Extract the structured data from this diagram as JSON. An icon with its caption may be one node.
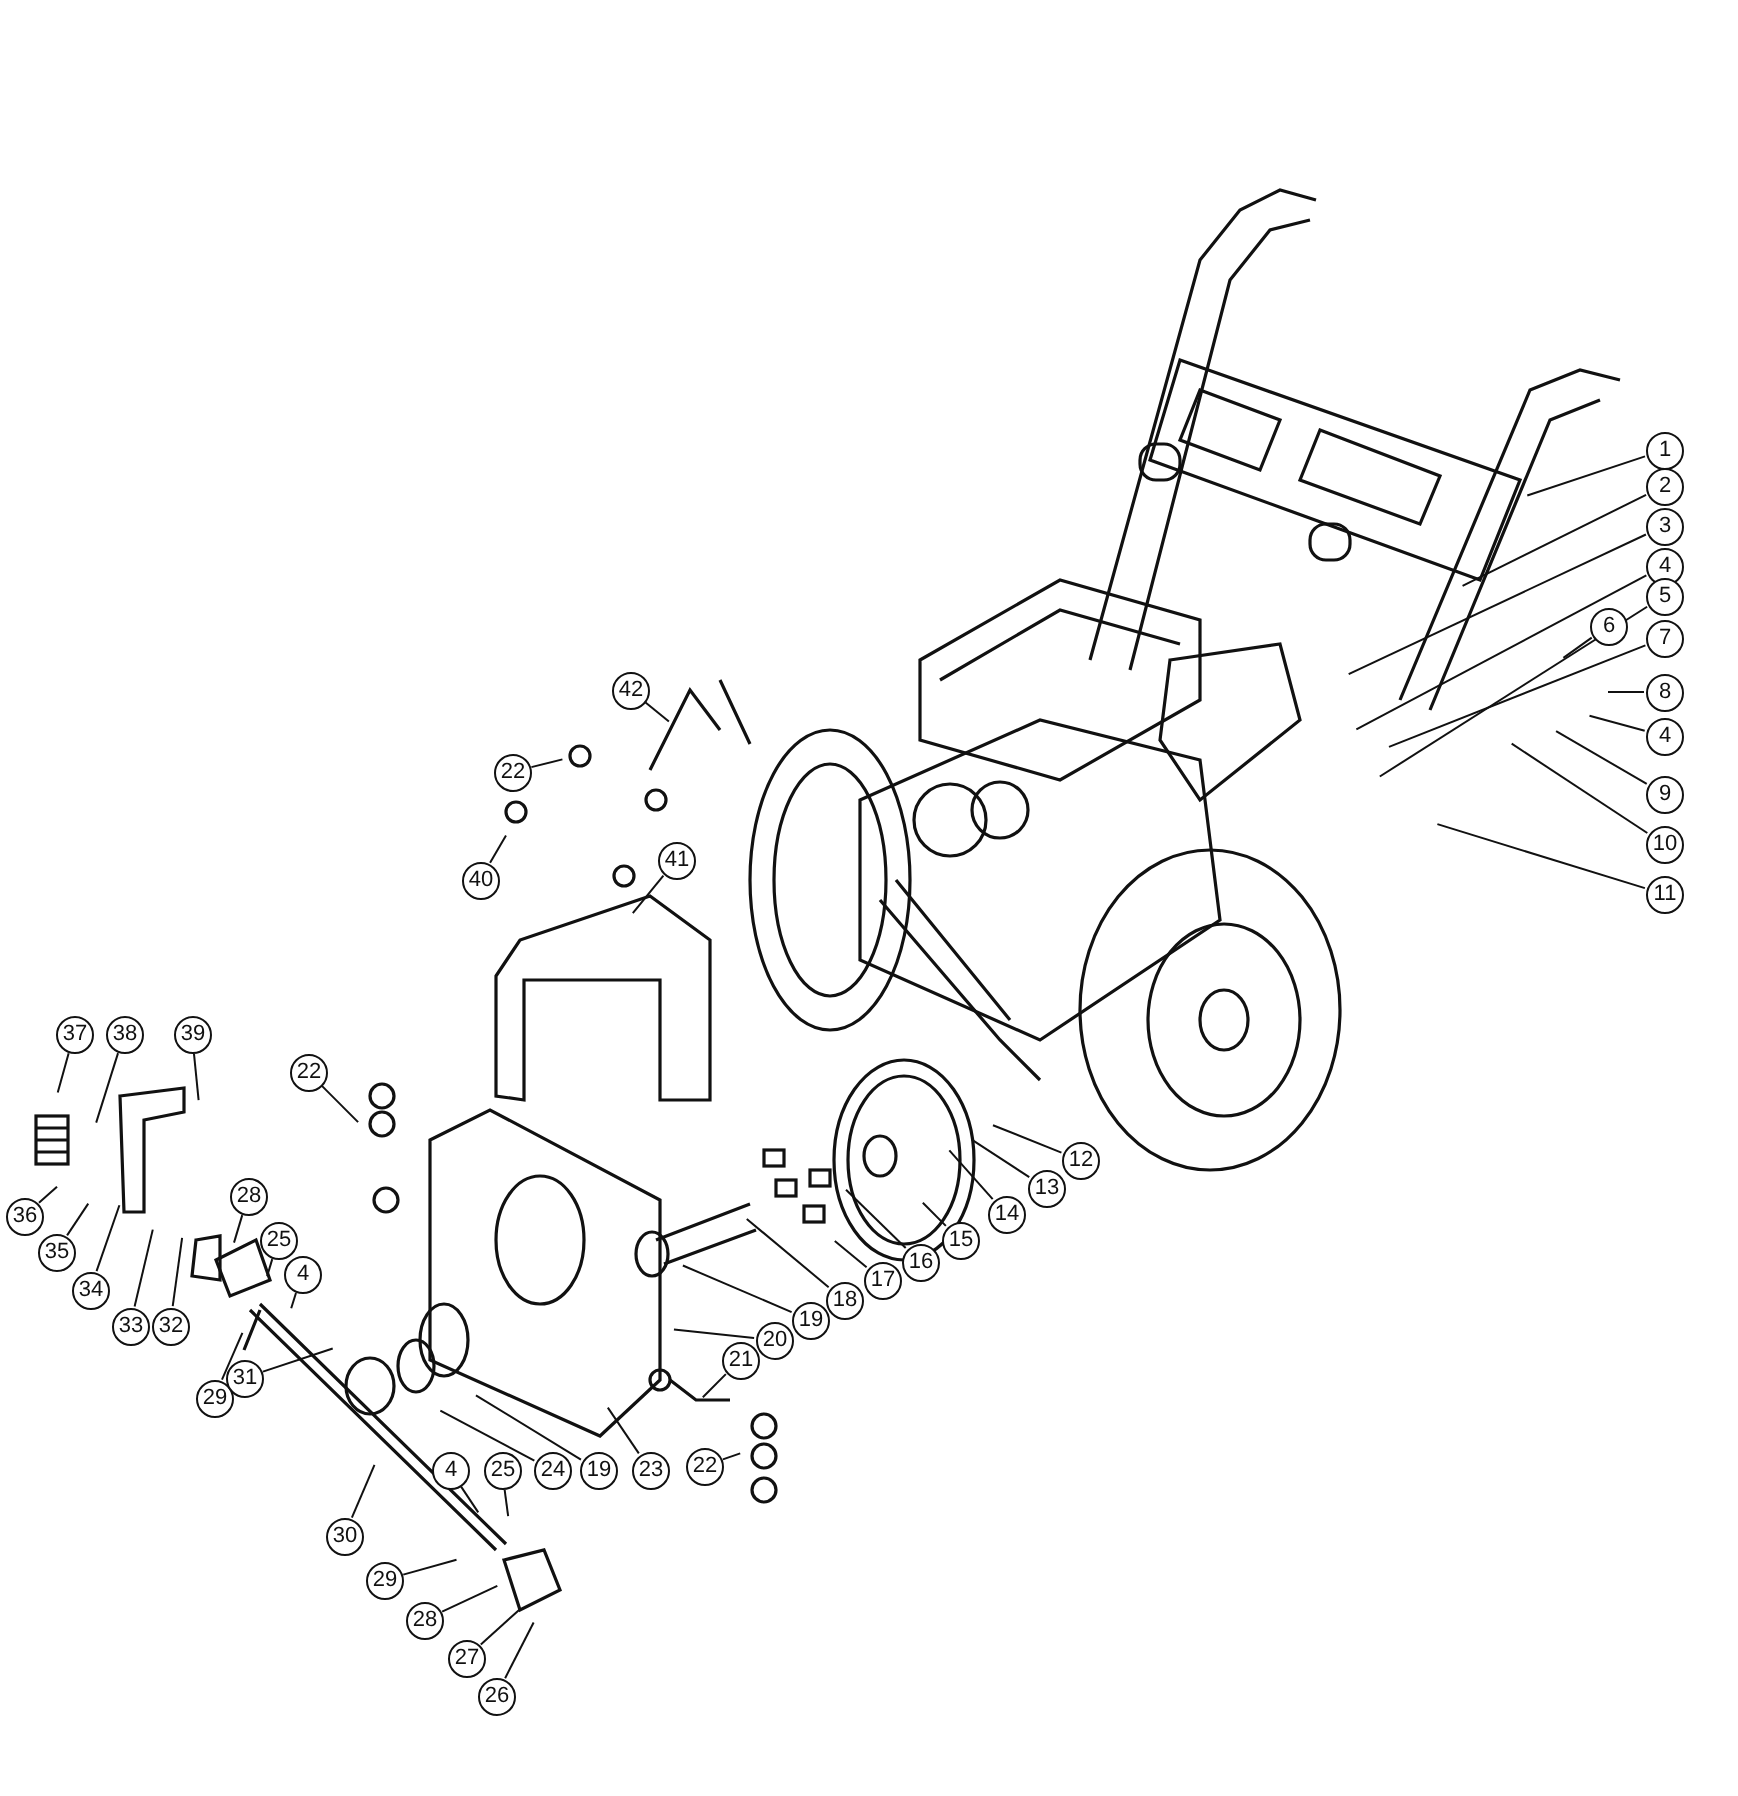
{
  "diagram": {
    "nodes": [
      {
        "text": [
          "1"
        ]
      },
      {
        "text": [
          "2"
        ]
      },
      {
        "text": [
          "3"
        ]
      },
      {
        "text": [
          "4"
        ]
      },
      {
        "text": [
          "6"
        ]
      },
      {
        "text": [
          "7"
        ]
      },
      {
        "text": [
          "8"
        ]
      },
      {
        "text": [
          "4"
        ]
      },
      {
        "text": [
          "9"
        ]
      },
      {
        "text": [
          "10"
        ]
      },
      {
        "text": [
          "11"
        ]
      },
      {
        "text": [
          "42"
        ]
      },
      {
        "text": [
          "22"
        ]
      },
      {
        "text": [
          "40"
        ]
      },
      {
        "text": [
          "41"
        ]
      },
      {
        "text": [
          "37"
        ]
      },
      {
        "text": [
          "38"
        ]
      },
      {
        "text": [
          "39"
        ]
      },
      {
        "text": [
          "22"
        ]
      },
      {
        "text": [
          "36"
        ]
      },
      {
        "text": [
          "35"
        ]
      },
      {
        "text": [
          "34"
        ]
      },
      {
        "text": [
          "33"
        ]
      },
      {
        "text": [
          "32"
        ]
      },
      {
        "text": [
          "28"
        ]
      },
      {
        "text": [
          "25"
        ]
      },
      {
        "text": [
          "4"
        ]
      },
      {
        "text": [
          "29"
        ]
      },
      {
        "text": [
          "31"
        ]
      },
      {
        "text": [
          "12"
        ]
      },
      {
        "text": [
          "13"
        ]
      },
      {
        "text": [
          "14"
        ]
      },
      {
        "text": [
          "15"
        ]
      },
      {
        "text": [
          "16"
        ]
      },
      {
        "text": [
          "17"
        ]
      },
      {
        "text": [
          "18"
        ]
      },
      {
        "text": [
          "19"
        ]
      },
      {
        "text": [
          "20"
        ]
      },
      {
        "text": [
          "21"
        ]
      },
      {
        "text": [
          "4"
        ]
      },
      {
        "text": [
          "25"
        ]
      },
      {
        "text": [
          "24"
        ]
      },
      {
        "text": [
          "19"
        ]
      },
      {
        "text": [
          "23"
        ]
      },
      {
        "text": [
          "22"
        ]
      },
      {
        "text": [
          "30"
        ]
      },
      {
        "text": [
          "29"
        ]
      },
      {
        "text": [
          "28"
        ]
      },
      {
        "text": [
          "27"
        ]
      },
      {
        "text": [
          "26"
        ]
      },
      {
        "text": [
          "5"
        ]
      }
    ],
    "edges": [
      {
        "from": 0,
        "to": null,
        "arrow": "none"
      },
      {
        "from": 1,
        "to": null,
        "arrow": "none"
      },
      {
        "from": 2,
        "to": null,
        "arrow": "none"
      },
      {
        "from": 3,
        "to": null,
        "arrow": "none"
      },
      {
        "from": 4,
        "to": null,
        "arrow": "none"
      },
      {
        "from": 5,
        "to": null,
        "arrow": "none"
      },
      {
        "from": 6,
        "to": null,
        "arrow": "none"
      },
      {
        "from": 7,
        "to": null,
        "arrow": "none"
      },
      {
        "from": 8,
        "to": null,
        "arrow": "none"
      },
      {
        "from": 9,
        "to": null,
        "arrow": "none"
      },
      {
        "from": 10,
        "to": null,
        "arrow": "none"
      },
      {
        "from": 11,
        "to": null,
        "arrow": "none"
      },
      {
        "from": 12,
        "to": null,
        "arrow": "none"
      },
      {
        "from": 13,
        "to": null,
        "arrow": "none"
      },
      {
        "from": 14,
        "to": null,
        "arrow": "none"
      },
      {
        "from": 15,
        "to": null,
        "arrow": "none"
      },
      {
        "from": 16,
        "to": null,
        "arrow": "none"
      },
      {
        "from": 17,
        "to": null,
        "arrow": "none"
      },
      {
        "from": 18,
        "to": null,
        "arrow": "none"
      },
      {
        "from": 19,
        "to": null,
        "arrow": "none"
      },
      {
        "from": 20,
        "to": null,
        "arrow": "none"
      },
      {
        "from": 21,
        "to": null,
        "arrow": "none"
      },
      {
        "from": 22,
        "to": null,
        "arrow": "none"
      },
      {
        "from": 23,
        "to": null,
        "arrow": "none"
      },
      {
        "from": 24,
        "to": null,
        "arrow": "none"
      },
      {
        "from": 25,
        "to": null,
        "arrow": "none"
      },
      {
        "from": 26,
        "to": null,
        "arrow": "none"
      },
      {
        "from": 27,
        "to": null,
        "arrow": "none"
      },
      {
        "from": 28,
        "to": null,
        "arrow": "none"
      },
      {
        "from": 29,
        "to": null,
        "arrow": "none"
      },
      {
        "from": 30,
        "to": null,
        "arrow": "none"
      },
      {
        "from": 31,
        "to": null,
        "arrow": "none"
      },
      {
        "from": 32,
        "to": null,
        "arrow": "none"
      },
      {
        "from": 33,
        "to": null,
        "arrow": "none"
      },
      {
        "from": 34,
        "to": null,
        "arrow": "none"
      },
      {
        "from": 35,
        "to": null,
        "arrow": "none"
      },
      {
        "from": 36,
        "to": null,
        "arrow": "none"
      },
      {
        "from": 37,
        "to": null,
        "arrow": "none"
      },
      {
        "from": 38,
        "to": null,
        "arrow": "none"
      },
      {
        "from": 39,
        "to": null,
        "arrow": "none"
      },
      {
        "from": 40,
        "to": null,
        "arrow": "none"
      },
      {
        "from": 41,
        "to": null,
        "arrow": "none"
      },
      {
        "from": 42,
        "to": null,
        "arrow": "none"
      },
      {
        "from": 43,
        "to": null,
        "arrow": "none"
      },
      {
        "from": 44,
        "to": null,
        "arrow": "none"
      },
      {
        "from": 45,
        "to": null,
        "arrow": "none"
      },
      {
        "from": 46,
        "to": null,
        "arrow": "none"
      },
      {
        "from": 47,
        "to": null,
        "arrow": "none"
      },
      {
        "from": 48,
        "to": null,
        "arrow": "none"
      },
      {
        "from": 49,
        "to": null,
        "arrow": "none"
      },
      {
        "from": 50,
        "to": null,
        "arrow": "none"
      }
    ]
  }
}
